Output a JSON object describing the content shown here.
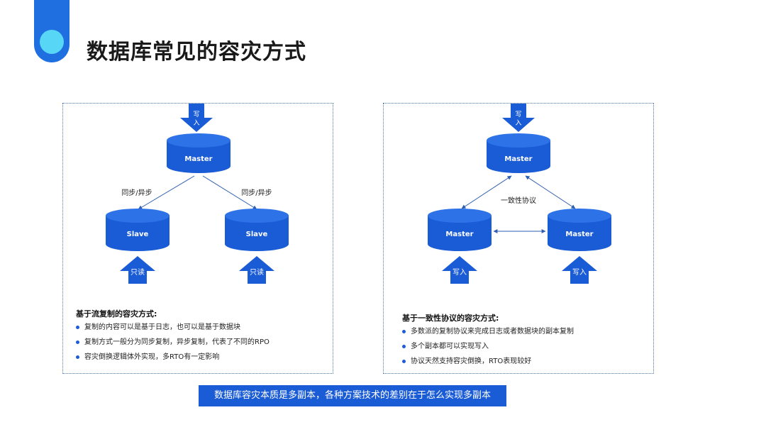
{
  "page": {
    "title": "数据库常见的容灾方式"
  },
  "left_diagram": {
    "write_label": "写入",
    "master_label": "Master",
    "slave_labels": [
      "Slave",
      "Slave"
    ],
    "replication_labels": [
      "同步/异步",
      "同步/异步"
    ],
    "read_labels": [
      "只读",
      "只读"
    ],
    "description_title": "基于流复制的容灾方式:",
    "bullets": [
      "复制的内容可以是基于日志，也可以是基于数据块",
      "复制方式一般分为同步复制，异步复制，代表了不同的RPO",
      "容灾倒换逻辑体外实现，多RTO有一定影响"
    ]
  },
  "right_diagram": {
    "write_label": "写入",
    "master_labels": [
      "Master",
      "Master",
      "Master"
    ],
    "consensus_label": "一致性协议",
    "bottom_write_labels": [
      "写入",
      "写入"
    ],
    "description_title": "基于一致性协议的容灾方式:",
    "bullets": [
      "多数派的复制协议来完成日志或者数据块的副本复制",
      "多个副本都可以实现写入",
      "协议天然支持容灾倒换，RTO表现较好"
    ]
  },
  "summary": "数据库容灾本质是多副本，各种方案技术的差别在于怎么实现多副本",
  "colors": {
    "accent": "#1f6fe0",
    "db_blue": "#1a5bd6",
    "dot": "#58d6f6"
  }
}
